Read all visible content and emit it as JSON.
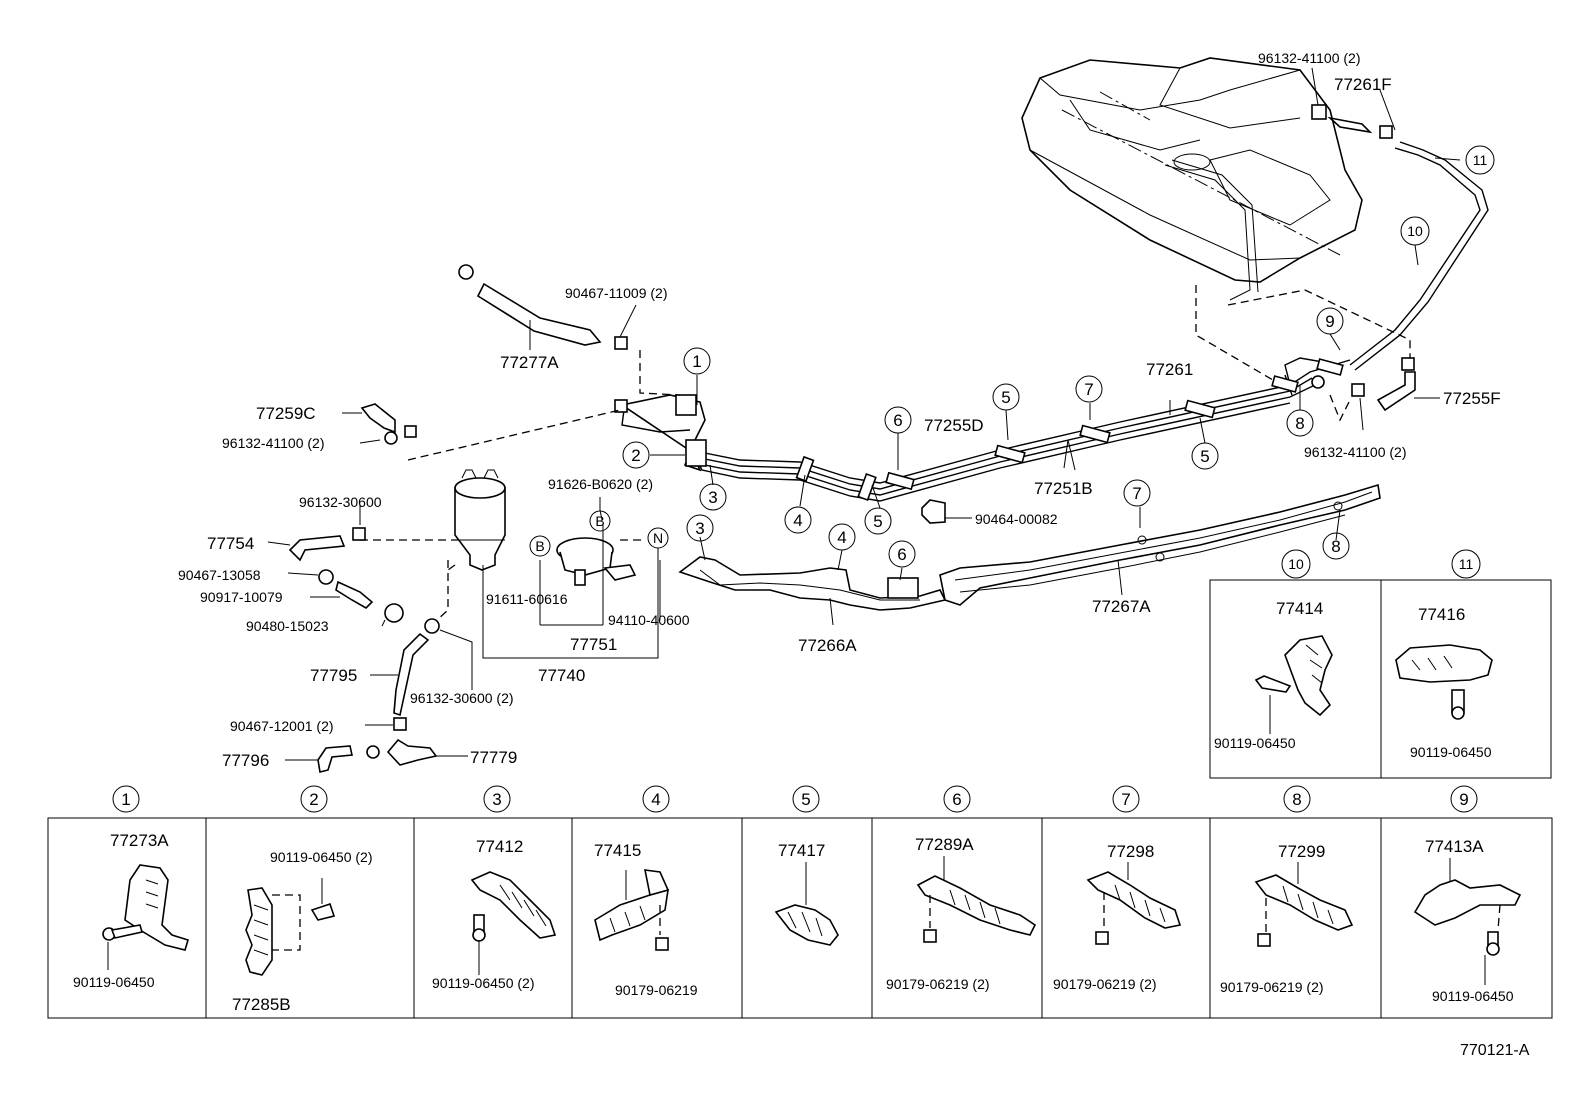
{
  "diagram_id": "770121-A",
  "callouts": [
    "1",
    "2",
    "3",
    "4",
    "5",
    "6",
    "7",
    "8",
    "9",
    "10",
    "11"
  ],
  "letters": [
    "B",
    "B",
    "N"
  ],
  "parts": {
    "p96132_41100_top": "96132-41100 (2)",
    "p77261F": "77261F",
    "p90467_11009": "90467-11009 (2)",
    "p77277A": "77277A",
    "p77259C": "77259C",
    "p96132_41100_left": "96132-41100 (2)",
    "p96132_30600": "96132-30600",
    "p77754": "77754",
    "p90467_13058": "90467-13058",
    "p90917_10079": "90917-10079",
    "p90480_15023": "90480-15023",
    "p77795": "77795",
    "p96132_30600_2": "96132-30600 (2)",
    "p90467_12001": "90467-12001 (2)",
    "p77796": "77796",
    "p77779": "77779",
    "p91626_B0620": "91626-B0620 (2)",
    "p91611_60616": "91611-60616",
    "p94110_40600": "94110-40600",
    "p77751": "77751",
    "p77740": "77740",
    "p77266A": "77266A",
    "p77255D": "77255D",
    "p77261": "77261",
    "p77251B": "77251B",
    "p90464_00082": "90464-00082",
    "p77267A": "77267A",
    "p77255F": "77255F",
    "p96132_41100_right": "96132-41100 (2)"
  },
  "inset_top": [
    {
      "num": "10",
      "part": "77414",
      "sub": "90119-06450"
    },
    {
      "num": "11",
      "part": "77416",
      "sub": "90119-06450"
    }
  ],
  "inset_bottom": [
    {
      "num": "1",
      "part": "77273A",
      "sub": "90119-06450"
    },
    {
      "num": "2",
      "part": "90119-06450 (2)",
      "sub": "77285B"
    },
    {
      "num": "3",
      "part": "77412",
      "sub": "90119-06450 (2)"
    },
    {
      "num": "4",
      "part": "77415",
      "sub": "90179-06219"
    },
    {
      "num": "5",
      "part": "77417",
      "sub": ""
    },
    {
      "num": "6",
      "part": "77289A",
      "sub": "90179-06219 (2)"
    },
    {
      "num": "7",
      "part": "77298",
      "sub": "90179-06219 (2)"
    },
    {
      "num": "8",
      "part": "77299",
      "sub": "90179-06219 (2)"
    },
    {
      "num": "9",
      "part": "77413A",
      "sub": "90119-06450"
    }
  ]
}
